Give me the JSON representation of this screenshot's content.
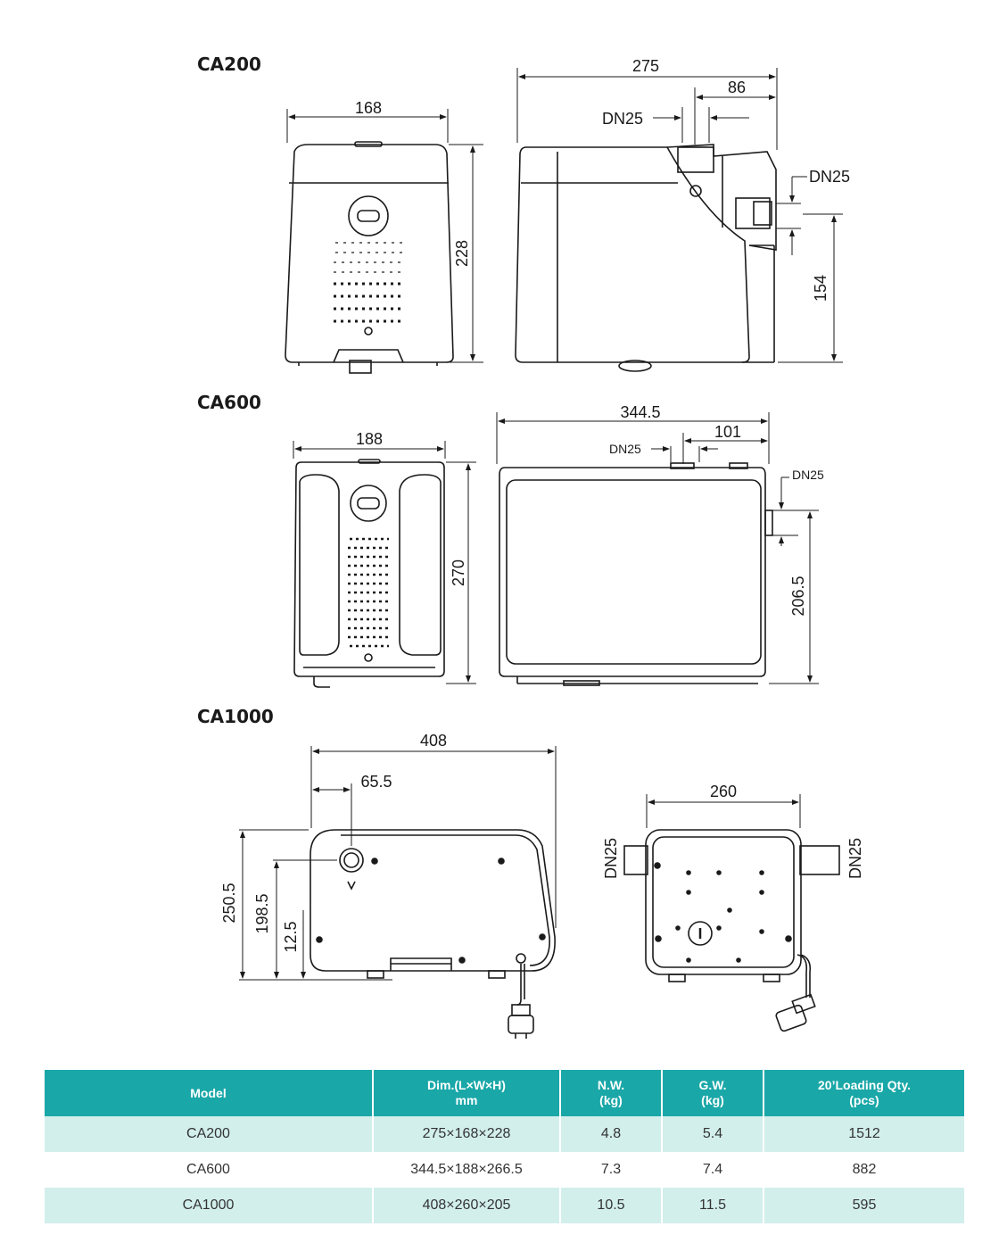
{
  "models": {
    "ca200": {
      "title": "CA200",
      "front_width": "168",
      "height": "228",
      "side_width": "275",
      "outlet_offset": "86",
      "inlet_top": "DN25",
      "inlet_side": "DN25",
      "side_height": "154"
    },
    "ca600": {
      "title": "CA600",
      "front_width": "188",
      "height": "270",
      "side_width": "344.5",
      "outlet_offset": "101",
      "inlet_top": "DN25",
      "inlet_side": "DN25",
      "side_height": "206.5"
    },
    "ca1000": {
      "title": "CA1000",
      "side_width": "408",
      "outlet_offset": "65.5",
      "height_total": "250.5",
      "height_mid": "198.5",
      "height_low": "12.5",
      "front_width": "260",
      "dn_left": "DN25",
      "dn_right": "DN25"
    }
  },
  "table": {
    "headers": [
      {
        "line1": "Model",
        "line2": ""
      },
      {
        "line1": "Dim.(L×W×H)",
        "line2": "mm"
      },
      {
        "line1": "N.W.",
        "line2": "(kg)"
      },
      {
        "line1": "G.W.",
        "line2": "(kg)"
      },
      {
        "line1": "20’Loading Qty.",
        "line2": "(pcs)"
      }
    ],
    "rows": [
      [
        "CA200",
        "275×168×228",
        "4.8",
        "5.4",
        "1512"
      ],
      [
        "CA600",
        "344.5×188×266.5",
        "7.3",
        "7.4",
        "882"
      ],
      [
        "CA1000",
        "408×260×205",
        "10.5",
        "11.5",
        "595"
      ]
    ]
  },
  "colors": {
    "header_bg": "#1aa7a8",
    "row_stripe": "#d2efec",
    "line": "#1a1a1a"
  }
}
